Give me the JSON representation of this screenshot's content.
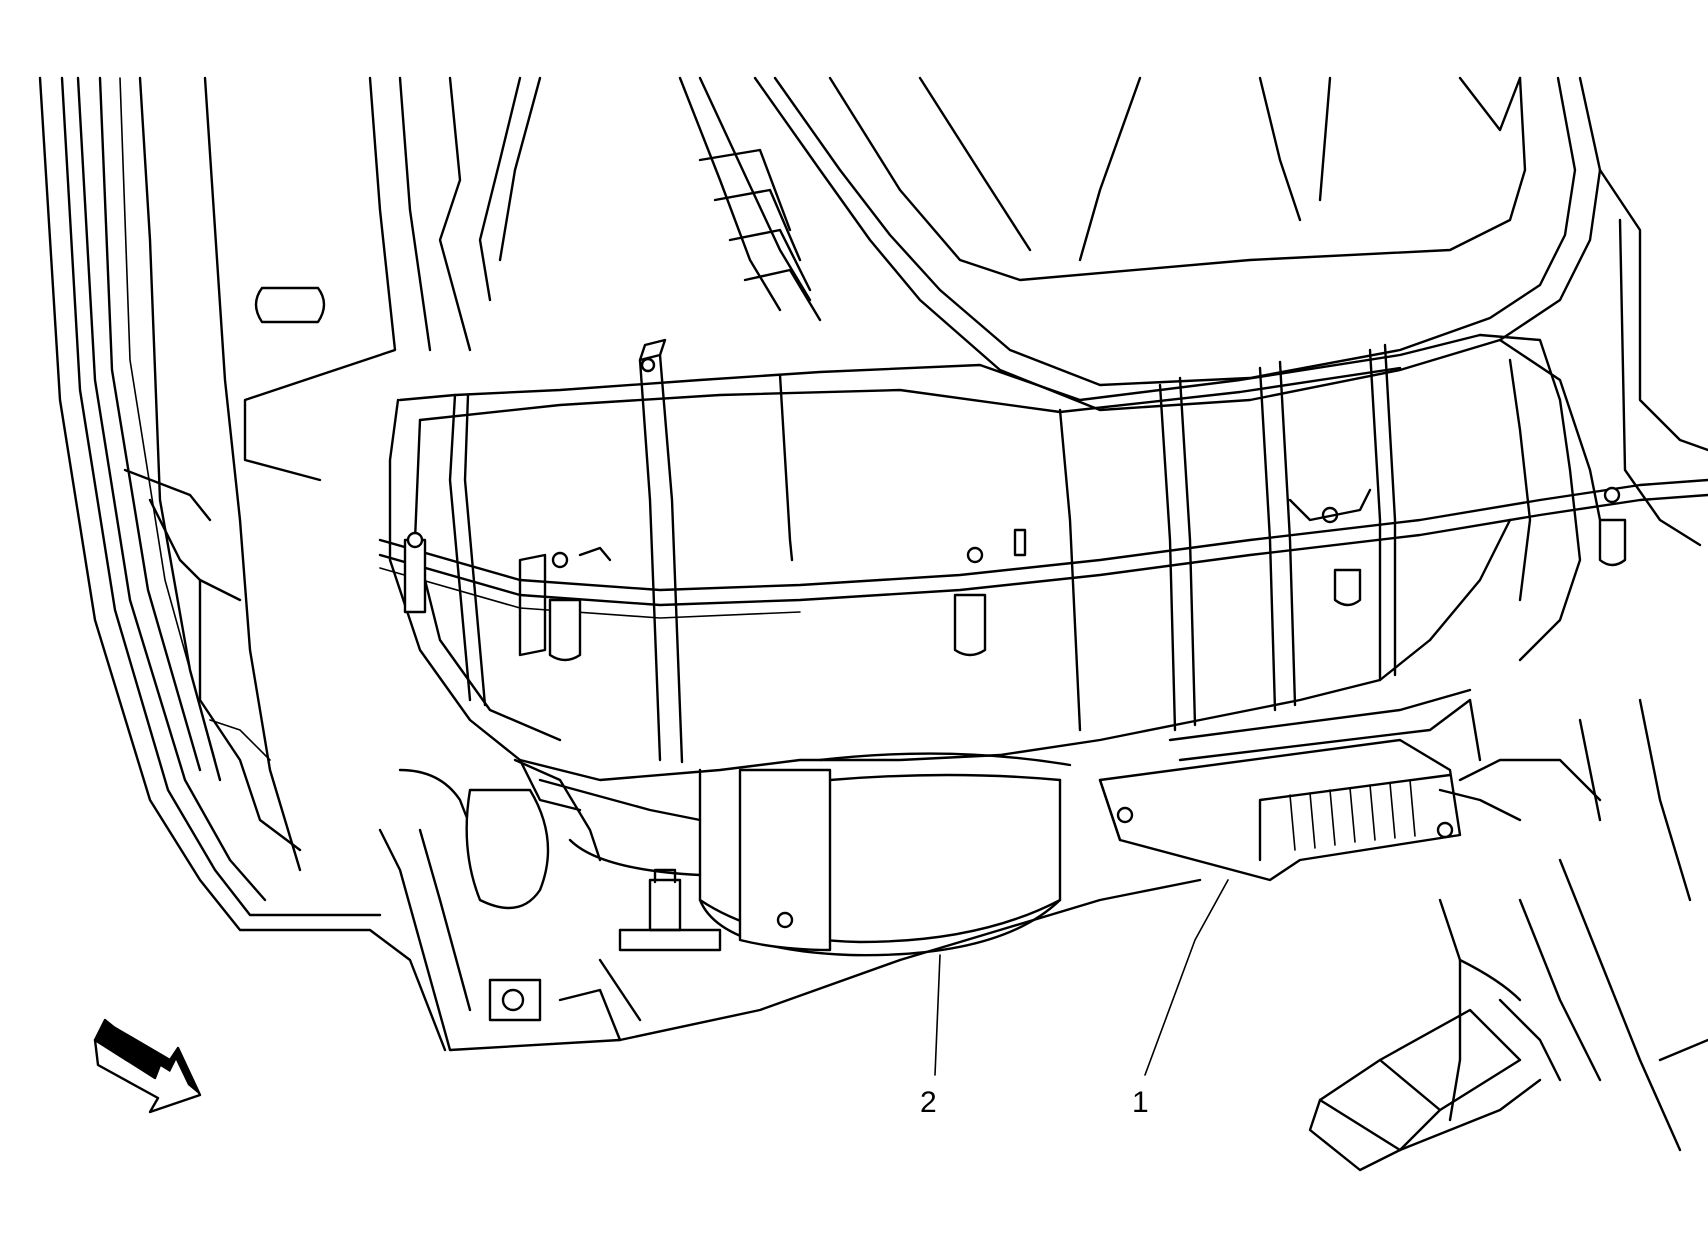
{
  "colors": {
    "line": "#000000",
    "background": "#ffffff"
  },
  "callouts": [
    {
      "id": "callout-1",
      "label": "1"
    },
    {
      "id": "callout-2",
      "label": "2"
    }
  ],
  "icons": {
    "direction_arrow": "front-direction-arrow-icon"
  }
}
